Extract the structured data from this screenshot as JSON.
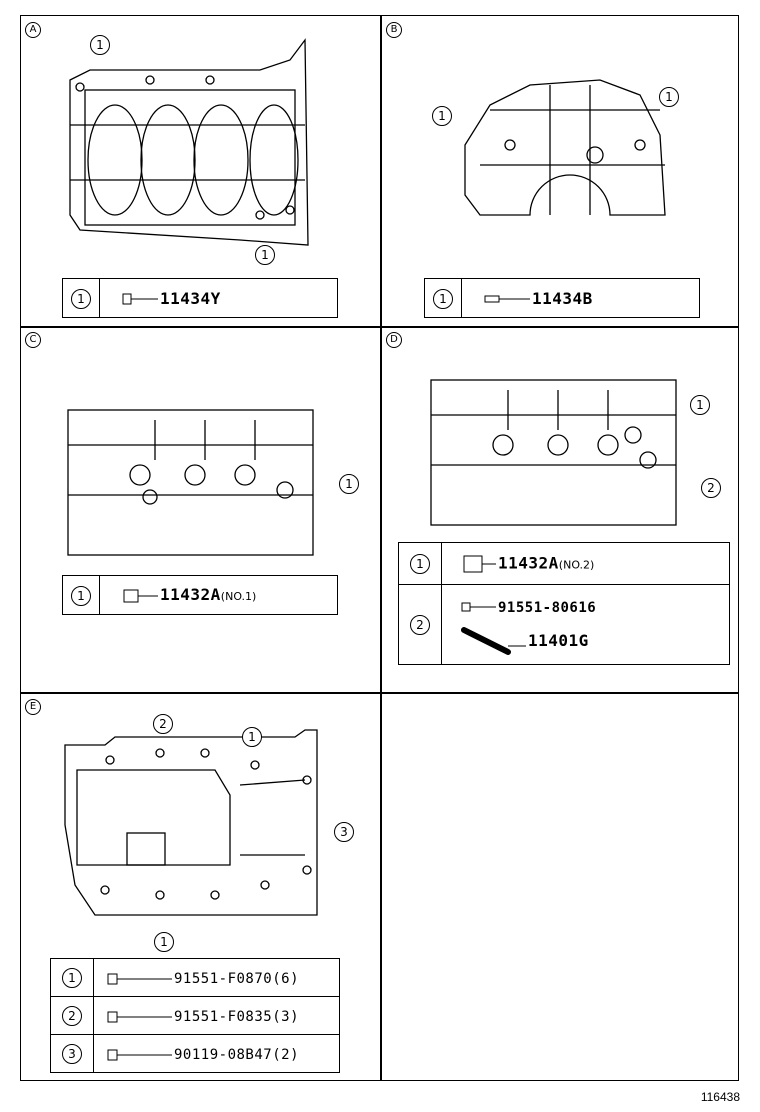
{
  "panels": {
    "A": {
      "letter": "A",
      "callouts": [
        "1",
        "1"
      ],
      "rows": [
        {
          "num": "1",
          "part": "11434Y",
          "note": ""
        }
      ]
    },
    "B": {
      "letter": "B",
      "callouts": [
        "1",
        "1"
      ],
      "rows": [
        {
          "num": "1",
          "part": "11434B",
          "note": ""
        }
      ]
    },
    "C": {
      "letter": "C",
      "callouts": [
        "1"
      ],
      "rows": [
        {
          "num": "1",
          "part": "11432A",
          "note": "(NO.1)"
        }
      ]
    },
    "D": {
      "letter": "D",
      "callouts": [
        "1",
        "2"
      ],
      "rows": [
        {
          "num": "1",
          "part": "11432A",
          "note": "(NO.2)"
        },
        {
          "num": "2",
          "part": "91551-80616",
          "part2": "11401G"
        }
      ]
    },
    "E": {
      "letter": "E",
      "callouts": [
        "2",
        "1",
        "3",
        "1"
      ],
      "rows": [
        {
          "num": "1",
          "part": "91551-F0870(6)"
        },
        {
          "num": "2",
          "part": "91551-F0835(3)"
        },
        {
          "num": "3",
          "part": "90119-08B47(2)"
        }
      ]
    }
  },
  "footer_code": "116438"
}
